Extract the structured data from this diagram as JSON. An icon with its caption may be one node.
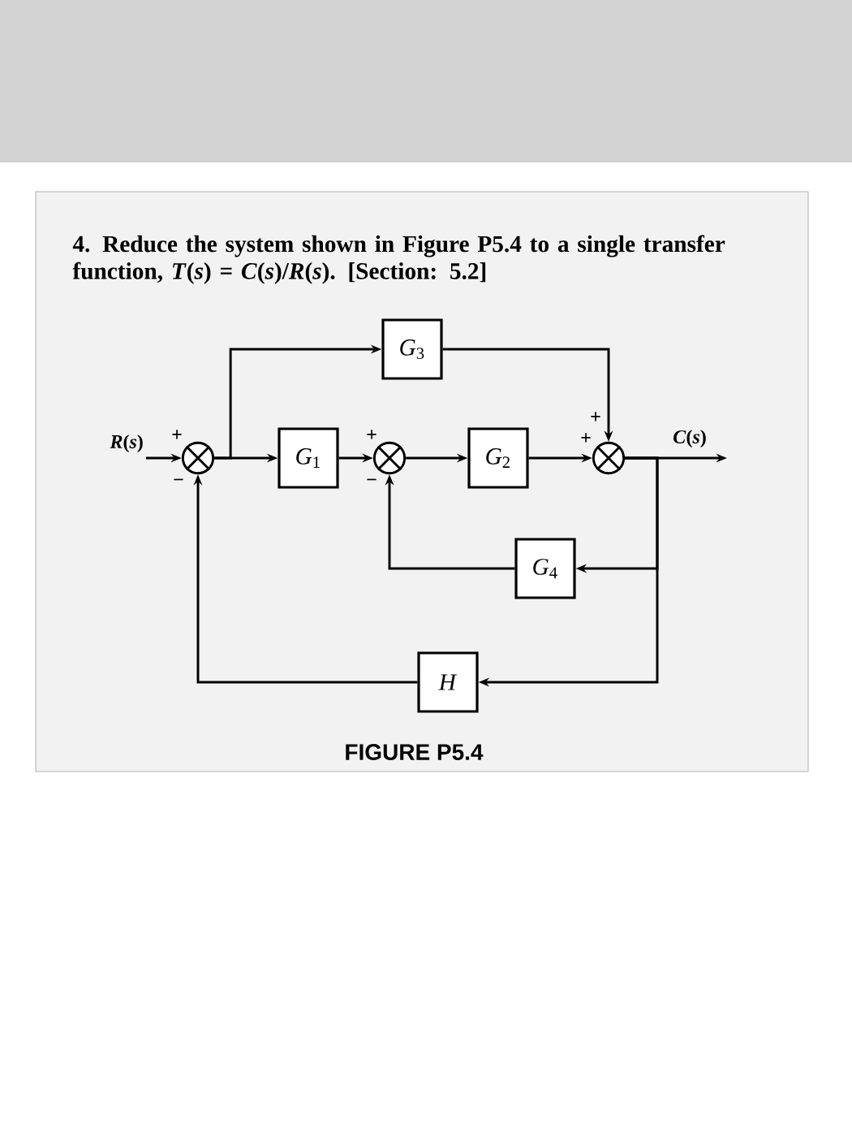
{
  "diagram": {
    "title": "4. Reduce the system shown in Figure P5.4 to a single transfer function, *T*(*s*) = *C*(*s*)/*R*(*s*). [Section: 5.2]",
    "caption": "FIGURE P5.4",
    "nodes": [
      {
        "text": [
          "*R*(*s*)"
        ]
      },
      {
        "text": [],
        "shape": "circle",
        "beside": [
          "+",
          "−"
        ]
      },
      {
        "text": [
          "*G*$_{1}$"
        ]
      },
      {
        "text": [],
        "shape": "circle",
        "beside": [
          "+",
          "−"
        ]
      },
      {
        "text": [
          "*G*$_{2}$"
        ]
      },
      {
        "text": [],
        "shape": "circle",
        "beside": [
          "+",
          "+"
        ]
      },
      {
        "text": [
          "*G*$_{3}$"
        ]
      },
      {
        "text": [
          "*G*$_{4}$"
        ]
      },
      {
        "text": [
          "*H*"
        ]
      }
    ],
    "edges": [
      {
        "from": 0,
        "to": 1,
        "arrow": "to"
      },
      {
        "from": 1,
        "to": 2,
        "arrow": "to"
      },
      {
        "from": 1,
        "to": 6,
        "arrow": "to"
      },
      {
        "from": 2,
        "to": 3,
        "arrow": "to"
      },
      {
        "from": 3,
        "to": 4,
        "arrow": "to"
      },
      {
        "from": 4,
        "to": 5,
        "arrow": "to"
      },
      {
        "from": 6,
        "to": 5,
        "arrow": "to"
      },
      {
        "from": 5,
        "to": null,
        "arrow": "to",
        "label": "*C*(*s*)"
      },
      {
        "from": 5,
        "to": 7,
        "arrow": "to"
      },
      {
        "from": 7,
        "to": 3,
        "arrow": "to"
      },
      {
        "from": 5,
        "to": 8,
        "arrow": "to"
      },
      {
        "from": 8,
        "to": 1,
        "arrow": "to"
      }
    ]
  }
}
